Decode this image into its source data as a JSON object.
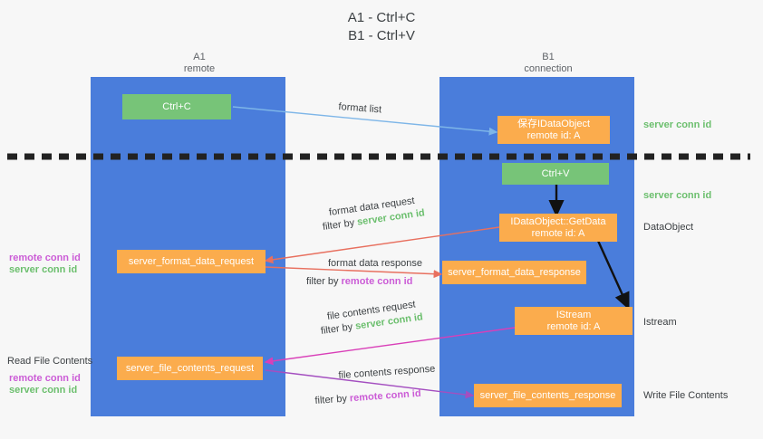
{
  "title": "A1 - Ctrl+C\nB1 - Ctrl+V",
  "columns": {
    "left": {
      "name": "A1",
      "role": "remote",
      "header": "A1\nremote"
    },
    "right": {
      "name": "B1",
      "role": "connection",
      "header": "B1\nconnection"
    }
  },
  "colors": {
    "lane": "#4a7ddb",
    "green_box": "#77c478",
    "orange_box": "#fbac4d",
    "server_conn_id": "#6cbf6e",
    "remote_conn_id": "#cb5cd6",
    "text_dark": "#3c4043",
    "arrow_blue": "#7eb6e8",
    "arrow_red": "#e8705f",
    "arrow_pink": "#d93fb8",
    "arrow_purple": "#a44fc0",
    "arrow_black": "#000000",
    "divider": "#222222",
    "background": "#f7f7f7"
  },
  "boxes": {
    "ctrl_c": {
      "label": "Ctrl+C"
    },
    "save_idataobject": {
      "label": "保存IDataObject\nremote id: A"
    },
    "ctrl_v": {
      "label": "Ctrl+V"
    },
    "idataobject_getdata": {
      "label": "IDataObject::GetData\nremote id: A"
    },
    "server_format_data_request": {
      "label": "server_format_data_request"
    },
    "server_format_data_response": {
      "label": "server_format_data_response"
    },
    "istream": {
      "label": "IStream\nremote id: A"
    },
    "server_file_contents_request": {
      "label": "server_file_contents_request"
    },
    "server_file_contents_response": {
      "label": "server_file_contents_response"
    }
  },
  "messages": {
    "format_list": {
      "caption": "format list"
    },
    "format_data_request": {
      "caption": "format data request",
      "filter_prefix": "filter by ",
      "filter_value": "server conn id"
    },
    "format_data_response": {
      "caption": "format data response",
      "filter_prefix": "filter by ",
      "filter_value": "remote conn id"
    },
    "file_contents_request": {
      "caption": "file contents request",
      "filter_prefix": "filter by ",
      "filter_value": "server conn id"
    },
    "file_contents_response": {
      "caption": "file contents response",
      "filter_prefix": "filter by ",
      "filter_value": "remote conn id"
    }
  },
  "annotations": {
    "right_server_conn_id_top": "server conn id",
    "right_server_conn_id_second": "server conn id",
    "right_dataobject": "DataObject",
    "right_istream": "Istream",
    "right_write_file_contents": "Write File Contents",
    "left_remote_conn_id_mid": "remote conn id",
    "left_server_conn_id_mid": "server conn id",
    "left_read_file_contents": "Read File Contents",
    "left_remote_conn_id_bottom": "remote conn id",
    "left_server_conn_id_bottom": "server conn id"
  }
}
